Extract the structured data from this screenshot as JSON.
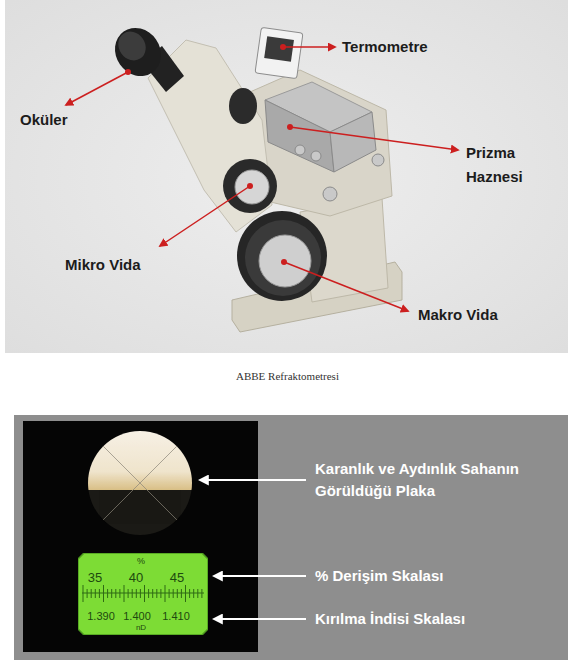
{
  "diagram": {
    "caption": "ABBE Refraktometresi",
    "nodes": [
      {
        "text": [
          "%",
          "35",
          "40",
          "45",
          "1.390",
          "1.400",
          "1.410",
          "nD"
        ]
      }
    ],
    "labels": [
      "Termometre",
      "Oküler",
      "Prizma Haznesi",
      "Mikro Vida",
      "Makro Vida",
      "Karanlık ve Aydınlık Sahanın Görüldüğü Plaka",
      "% Derişim Skalası",
      "Kırılma İndisi Skalası"
    ]
  }
}
